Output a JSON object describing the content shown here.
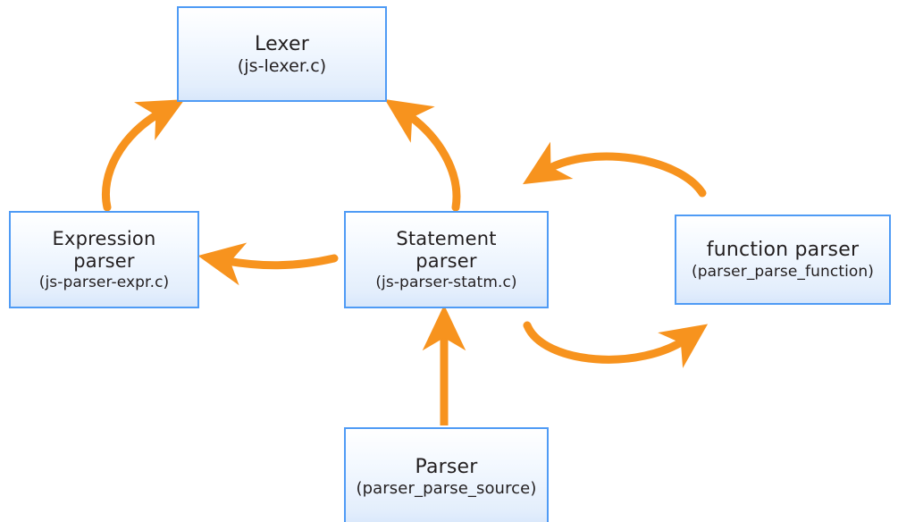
{
  "diagram": {
    "title_text": "",
    "colors": {
      "background": "#ffffff",
      "box_border": "#4f9bf5",
      "box_fill_top": "#ffffff",
      "box_fill_bottom": "#d8e7fb",
      "arrow": "#f7931e",
      "text": "#231f20"
    },
    "nodes": [
      {
        "id": "lexer",
        "title": "Lexer",
        "subtitle": "(js-lexer.c)"
      },
      {
        "id": "expression-parser",
        "title_line1": "Expression",
        "title_line2": "parser",
        "subtitle": "(js-parser-expr.c)"
      },
      {
        "id": "statement-parser",
        "title_line1": "Statement",
        "title_line2": "parser",
        "subtitle": "(js-parser-statm.c)"
      },
      {
        "id": "function-parser",
        "title": "function parser",
        "subtitle": "(parser_parse_function)"
      },
      {
        "id": "parser",
        "title": "Parser",
        "subtitle": "(parser_parse_source)"
      }
    ],
    "edges": [
      {
        "id": "expr-to-lexer",
        "from": "expression-parser",
        "to": "lexer",
        "style": "curved",
        "label": ""
      },
      {
        "id": "statm-to-lexer",
        "from": "statement-parser",
        "to": "lexer",
        "style": "curved",
        "label": ""
      },
      {
        "id": "statm-to-expr",
        "from": "statement-parser",
        "to": "expression-parser",
        "style": "curved",
        "label": ""
      },
      {
        "id": "func-to-statm",
        "from": "function-parser",
        "to": "statement-parser",
        "style": "arc-top",
        "label": ""
      },
      {
        "id": "statm-to-func",
        "from": "statement-parser",
        "to": "function-parser",
        "style": "arc-bottom",
        "label": ""
      },
      {
        "id": "parser-to-statm",
        "from": "parser",
        "to": "statement-parser",
        "style": "straight",
        "label": ""
      }
    ]
  }
}
